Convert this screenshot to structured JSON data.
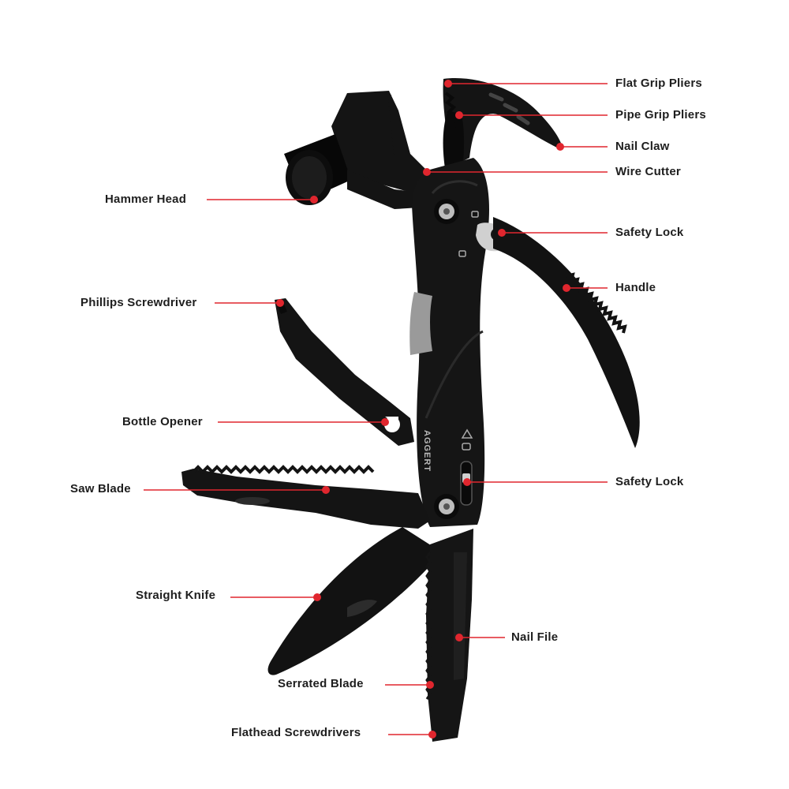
{
  "brand": "AGGERT",
  "colors": {
    "leader": "#e0262e",
    "dot": "#e0262e",
    "tool_body": "#141414",
    "tool_dark": "#070707",
    "steel_highlight": "#bfbfbf",
    "label_text": "#1e1e1e"
  },
  "labels": {
    "flat_grip_pliers": "Flat Grip Pliers",
    "pipe_grip_pliers": "Pipe Grip Pliers",
    "nail_claw": "Nail Claw",
    "wire_cutter": "Wire Cutter",
    "hammer_head": "Hammer Head",
    "safety_lock_top": "Safety Lock",
    "handle": "Handle",
    "phillips_screwdriver": "Phillips Screwdriver",
    "bottle_opener": "Bottle Opener",
    "saw_blade": "Saw Blade",
    "safety_lock_bottom": "Safety Lock",
    "straight_knife": "Straight Knife",
    "nail_file": "Nail File",
    "serrated_blade": "Serrated Blade",
    "flathead_screwdrivers": "Flathead Screwdrivers"
  }
}
